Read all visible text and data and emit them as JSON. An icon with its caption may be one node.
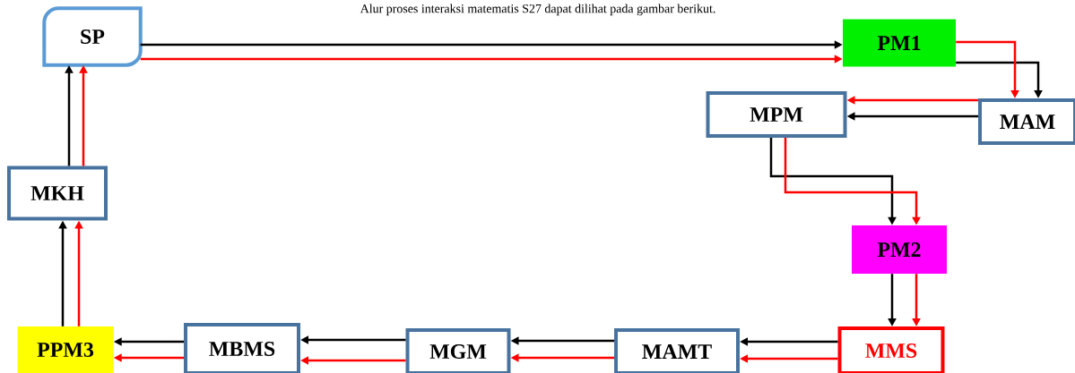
{
  "diagram": {
    "nodes": [
      {
        "text": [
          "SP"
        ]
      },
      {
        "text": [
          "PM1"
        ]
      },
      {
        "text": [
          "MAM"
        ]
      },
      {
        "text": [
          "MPM"
        ]
      },
      {
        "text": [
          "PM2"
        ]
      },
      {
        "text": [
          "MMS"
        ]
      },
      {
        "text": [
          "MAMT"
        ]
      },
      {
        "text": [
          "MGM"
        ]
      },
      {
        "text": [
          "MBMS"
        ]
      },
      {
        "text": [
          "PPM3"
        ]
      },
      {
        "text": [
          "MKH"
        ]
      }
    ],
    "edges": [
      {
        "from": 0,
        "to": 1,
        "arrow": "to"
      },
      {
        "from": 0,
        "to": 1,
        "arrow": "to",
        "color": "#ff0000"
      },
      {
        "from": 1,
        "to": 2,
        "arrow": "to"
      },
      {
        "from": 1,
        "to": 2,
        "arrow": "to",
        "color": "#ff0000"
      },
      {
        "from": 2,
        "to": 3,
        "arrow": "to"
      },
      {
        "from": 2,
        "to": 3,
        "arrow": "to",
        "color": "#ff0000"
      },
      {
        "from": 3,
        "to": 4,
        "arrow": "to"
      },
      {
        "from": 3,
        "to": 4,
        "arrow": "to",
        "color": "#ff0000"
      },
      {
        "from": 4,
        "to": 5,
        "arrow": "to"
      },
      {
        "from": 4,
        "to": 5,
        "arrow": "to",
        "color": "#ff0000"
      },
      {
        "from": 5,
        "to": 6,
        "arrow": "to"
      },
      {
        "from": 5,
        "to": 6,
        "arrow": "to",
        "color": "#ff0000"
      },
      {
        "from": 6,
        "to": 7,
        "arrow": "to"
      },
      {
        "from": 6,
        "to": 7,
        "arrow": "to",
        "color": "#ff0000"
      },
      {
        "from": 7,
        "to": 8,
        "arrow": "to"
      },
      {
        "from": 7,
        "to": 8,
        "arrow": "to",
        "color": "#ff0000"
      },
      {
        "from": 8,
        "to": 9,
        "arrow": "to"
      },
      {
        "from": 8,
        "to": 9,
        "arrow": "to",
        "color": "#ff0000"
      },
      {
        "from": 9,
        "to": 10,
        "arrow": "to"
      },
      {
        "from": 9,
        "to": 10,
        "arrow": "to",
        "color": "#ff0000"
      },
      {
        "from": 10,
        "to": 0,
        "arrow": "to"
      },
      {
        "from": 10,
        "to": 0,
        "arrow": "to",
        "color": "#ff0000"
      }
    ],
    "labels": [
      "Alur proses interaksi matematis S27 dapat dilihat pada gambar berikut."
    ]
  }
}
